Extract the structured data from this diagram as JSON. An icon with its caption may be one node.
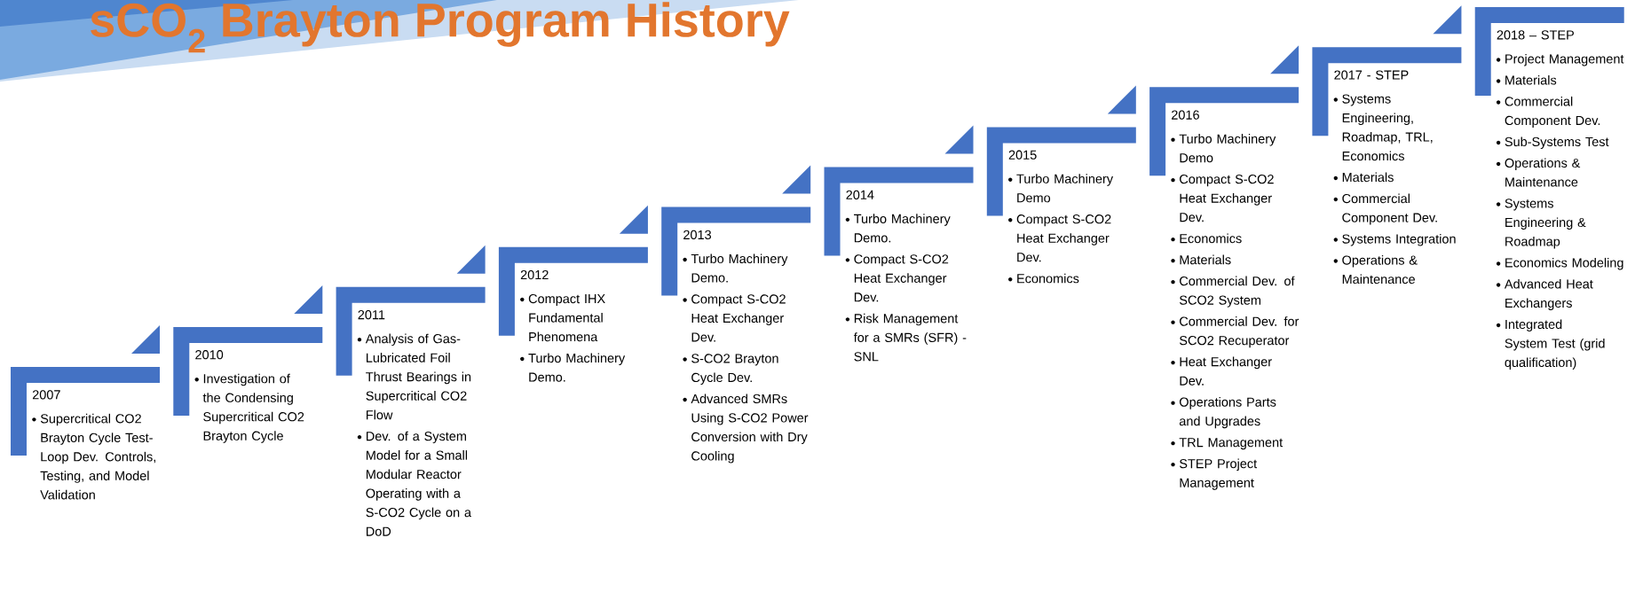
{
  "diagram": {
    "title": "sCO$_{2}$ Brayton Program History",
    "nodes": [
      {
        "text": [
          "2007",
          "Supercritical CO2 Brayton Cycle Test-Loop Dev. Controls, Testing, and Model Validation"
        ]
      },
      {
        "text": [
          "2010",
          "Investigation of the Condensing Supercritical CO2 Brayton Cycle"
        ]
      },
      {
        "text": [
          "2011",
          "Analysis of Gas-Lubricated Foil Thrust Bearings in Supercritical CO2 Flow",
          "Dev. of a System Model for a Small Modular Reactor Operating with a S-CO2 Cycle on a DoD"
        ]
      },
      {
        "text": [
          "2012",
          "Compact IHX Fundamental Phenomena",
          "Turbo Machinery Demo."
        ]
      },
      {
        "text": [
          "2013",
          "Turbo Machinery Demo.",
          "Compact S-CO2 Heat Exchanger Dev.",
          "S-CO2 Brayton Cycle Dev.",
          "Advanced SMRs Using S-CO2 Power Conversion with Dry Cooling"
        ]
      },
      {
        "text": [
          "2014",
          "Turbo Machinery Demo.",
          "Compact S-CO2 Heat Exchanger Dev.",
          "Risk Management for a SMRs (SFR) - SNL"
        ]
      },
      {
        "text": [
          "2015",
          "Turbo Machinery Demo",
          "Compact S-CO2 Heat Exchanger Dev.",
          "Economics"
        ]
      },
      {
        "text": [
          "2016",
          "Turbo Machinery Demo",
          "Compact S-CO2 Heat Exchanger Dev.",
          "Economics",
          "Materials",
          "Commercial Dev. of SCO2 System",
          "Commercial Dev. for SCO2 Recuperator",
          "Heat Exchanger Dev.",
          "Operations Parts and Upgrades",
          "TRL Management",
          "STEP Project Management"
        ]
      },
      {
        "text": [
          "2017 - STEP",
          "Systems Engineering, Roadmap, TRL, Economics",
          "Materials",
          "Commercial Component Dev.",
          "Systems Integration",
          "Operations & Maintenance"
        ]
      },
      {
        "text": [
          "2018 – STEP",
          "Project Management",
          "Materials",
          "Commercial Component Dev.",
          "Sub-Systems Test",
          "Operations & Maintenance",
          "Systems Engineering & Roadmap",
          "Economics Modeling",
          "Advanced Heat Exchangers",
          "Integrated System Test (grid qualification)"
        ]
      }
    ]
  }
}
